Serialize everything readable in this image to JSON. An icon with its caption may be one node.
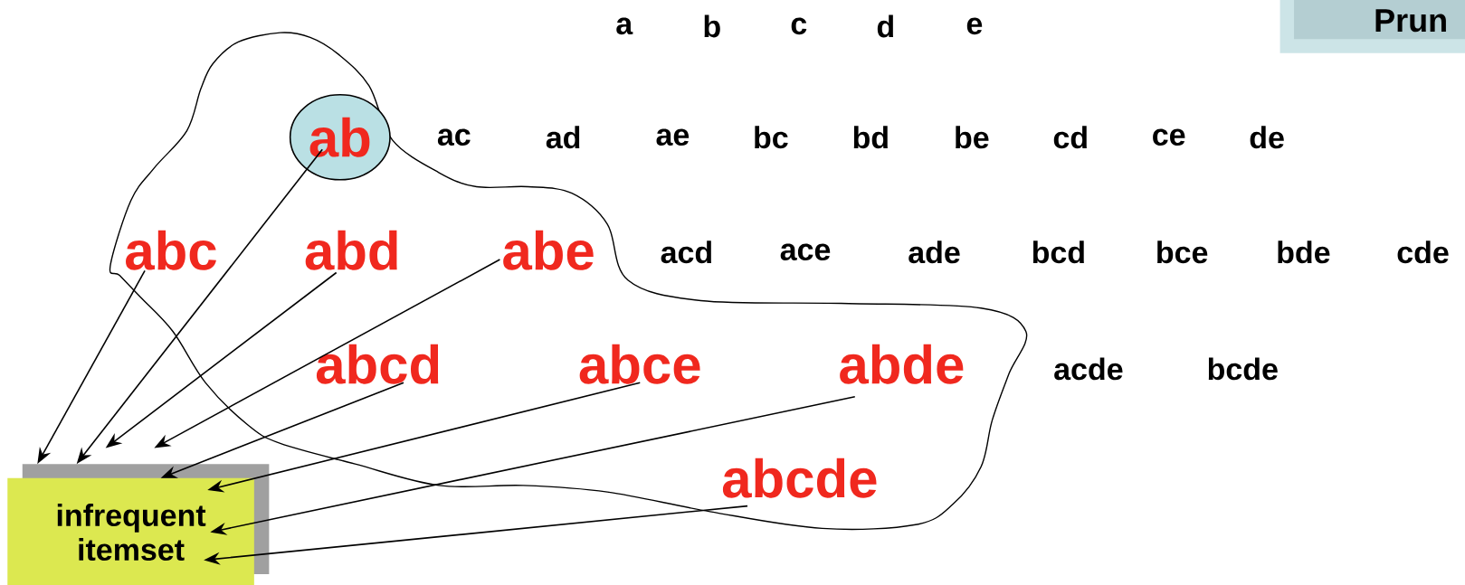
{
  "diagram": {
    "nodes": [
      {
        "text": [
          "Prun"
        ]
      },
      {
        "text": [
          "ab"
        ]
      },
      {
        "text": [
          "abc"
        ]
      },
      {
        "text": [
          "abd"
        ]
      },
      {
        "text": [
          "abe"
        ]
      },
      {
        "text": [
          "abcd"
        ]
      },
      {
        "text": [
          "abce"
        ]
      },
      {
        "text": [
          "abde"
        ]
      },
      {
        "text": [
          "abcde"
        ]
      },
      {
        "text": [
          "infrequent itemset"
        ]
      }
    ],
    "edges": [
      {
        "from": 2,
        "to": 9,
        "arrow": "to"
      },
      {
        "from": 1,
        "to": 9,
        "arrow": "to"
      },
      {
        "from": 3,
        "to": 9,
        "arrow": "to"
      },
      {
        "from": 4,
        "to": 9,
        "arrow": "to"
      },
      {
        "from": 5,
        "to": 9,
        "arrow": "to"
      },
      {
        "from": 6,
        "to": 9,
        "arrow": "to"
      },
      {
        "from": 7,
        "to": 9,
        "arrow": "to"
      },
      {
        "from": 8,
        "to": 9,
        "arrow": "to"
      }
    ],
    "labels": [
      "a",
      "b",
      "c",
      "d",
      "e",
      "ac",
      "ad",
      "ae",
      "bc",
      "bd",
      "be",
      "cd",
      "ce",
      "de",
      "acd",
      "ace",
      "ade",
      "bcd",
      "bce",
      "bde",
      "cde",
      "acde",
      "bcde"
    ]
  }
}
